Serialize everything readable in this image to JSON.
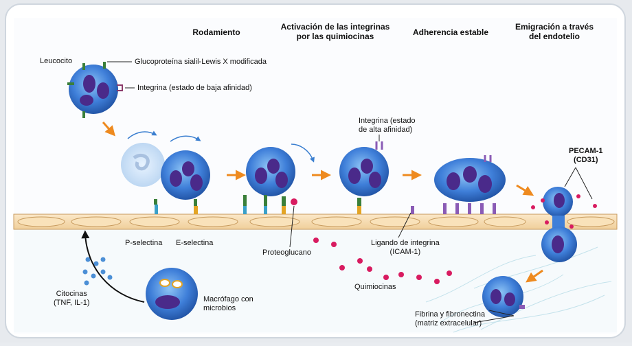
{
  "headers": {
    "rolling": "Rodamiento",
    "integrin_activation_l1": "Activación de las integrinas",
    "integrin_activation_l2": "por las quimiocinas",
    "stable_adhesion": "Adherencia estable",
    "emigration_l1": "Emigración a través",
    "emigration_l2": "del endotelio"
  },
  "labels": {
    "leukocyte": "Leucocito",
    "sialyl_lewis": "Glucoproteína sialil-Lewis X modificada",
    "integrin_low": "Integrina (estado de baja afinidad)",
    "integrin_high_l1": "Integrina (estado",
    "integrin_high_l2": "de alta afinidad)",
    "pecam_l1": "PECAM-1",
    "pecam_l2": "(CD31)",
    "p_selectin": "P-selectina",
    "e_selectin": "E-selectina",
    "proteoglycan": "Proteoglucano",
    "integrin_ligand_l1": "Ligando de integrina",
    "integrin_ligand_l2": "(ICAM-1)",
    "chemokines": "Quimiocinas",
    "cytokines_l1": "Citocinas",
    "cytokines_l2": "(TNF, IL-1)",
    "macrophage_l1": "Macrófago con",
    "macrophage_l2": "microbios",
    "fibrin_l1": "Fibrina y fibronectina",
    "fibrin_l2": "(matriz extracelular)"
  },
  "colors": {
    "cell_blue": "#3f7fd9",
    "nucleus_purple": "#4a2a8a",
    "arrow_orange": "#ee8a1f",
    "endothelium": "#f6dcb2",
    "chemokine_pink": "#d81b60"
  }
}
